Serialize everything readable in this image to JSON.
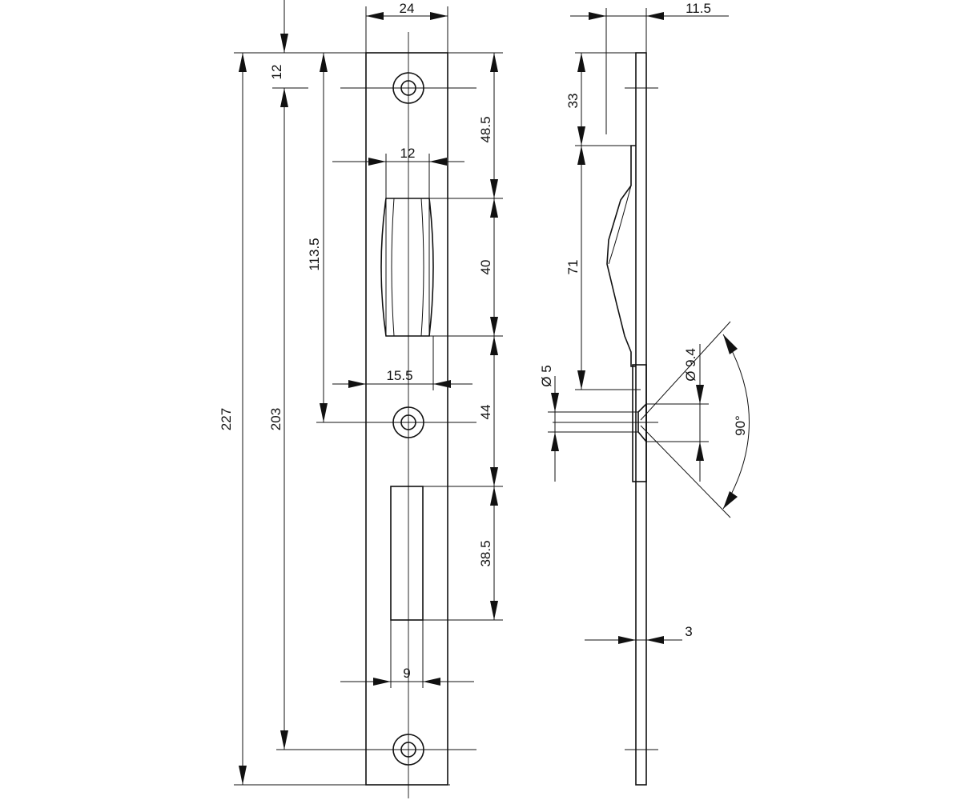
{
  "colors": {
    "line": "#111111",
    "background": "#ffffff"
  },
  "dimensions": {
    "overall_length": "227",
    "hole_span": "203",
    "top_to_middle_hole": "113.5",
    "top_hole_offset": "12",
    "plate_width": "24",
    "top_to_latch_opening": "48.5",
    "latch_opening_width": "12",
    "latch_opening_height": "40",
    "latch_to_bolt_opening": "44",
    "latch_offset": "15.5",
    "bolt_opening_height": "38.5",
    "bolt_opening_width": "9",
    "side_depth": "11.5",
    "side_flat_top": "33",
    "side_lip_length": "71",
    "hole_diameter": "Ø 5",
    "countersink_diameter": "Ø 9.4",
    "countersink_angle": "90°",
    "plate_thickness": "3"
  }
}
